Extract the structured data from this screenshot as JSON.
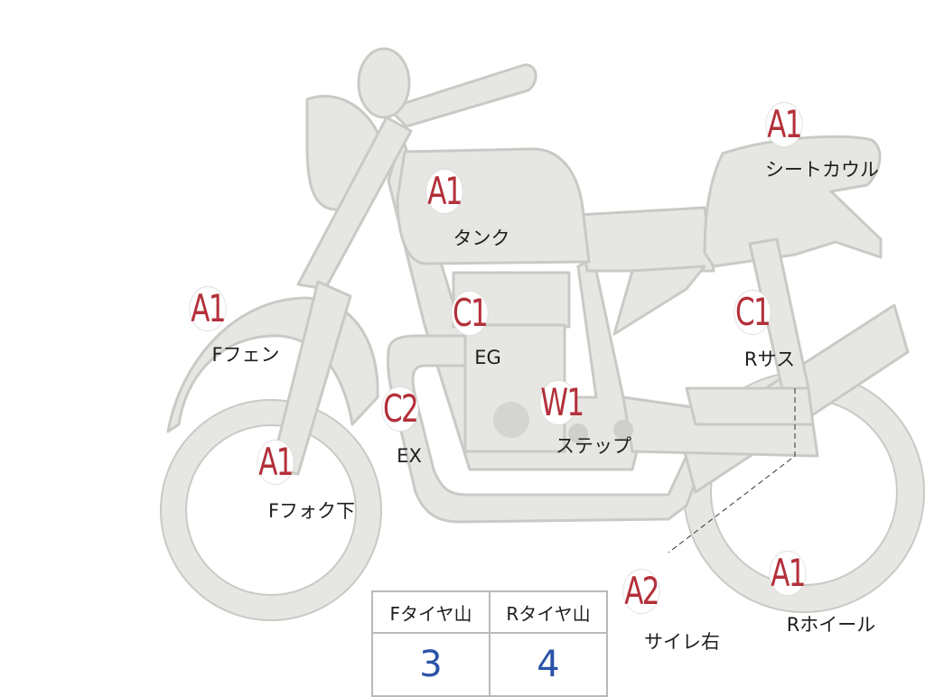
{
  "parts": [
    {
      "key": "tank",
      "grade": "A1",
      "label": "タンク"
    },
    {
      "key": "seat-cowl",
      "grade": "A1",
      "label": "シートカウル"
    },
    {
      "key": "front-fender",
      "grade": "A1",
      "label": "Fフェン"
    },
    {
      "key": "engine",
      "grade": "C1",
      "label": "EG"
    },
    {
      "key": "rear-suspension",
      "grade": "C1",
      "label": "Rサス"
    },
    {
      "key": "exhaust",
      "grade": "C2",
      "label": "EX"
    },
    {
      "key": "step",
      "grade": "W1",
      "label": "ステップ"
    },
    {
      "key": "front-fork-lower",
      "grade": "A1",
      "label": "Fフォク下"
    },
    {
      "key": "silencer-right",
      "grade": "A2",
      "label": "サイレ右"
    },
    {
      "key": "rear-wheel",
      "grade": "A1",
      "label": "Rホイール"
    }
  ],
  "tire_table": {
    "front_header": "Fタイヤ山",
    "rear_header": "Rタイヤ山",
    "front_value": "3",
    "rear_value": "4"
  },
  "colors": {
    "body_fill": "#e6e6e3",
    "body_stroke": "#c8c8c4",
    "grade_text": "#b3303a",
    "value_text": "#2a52a8"
  }
}
